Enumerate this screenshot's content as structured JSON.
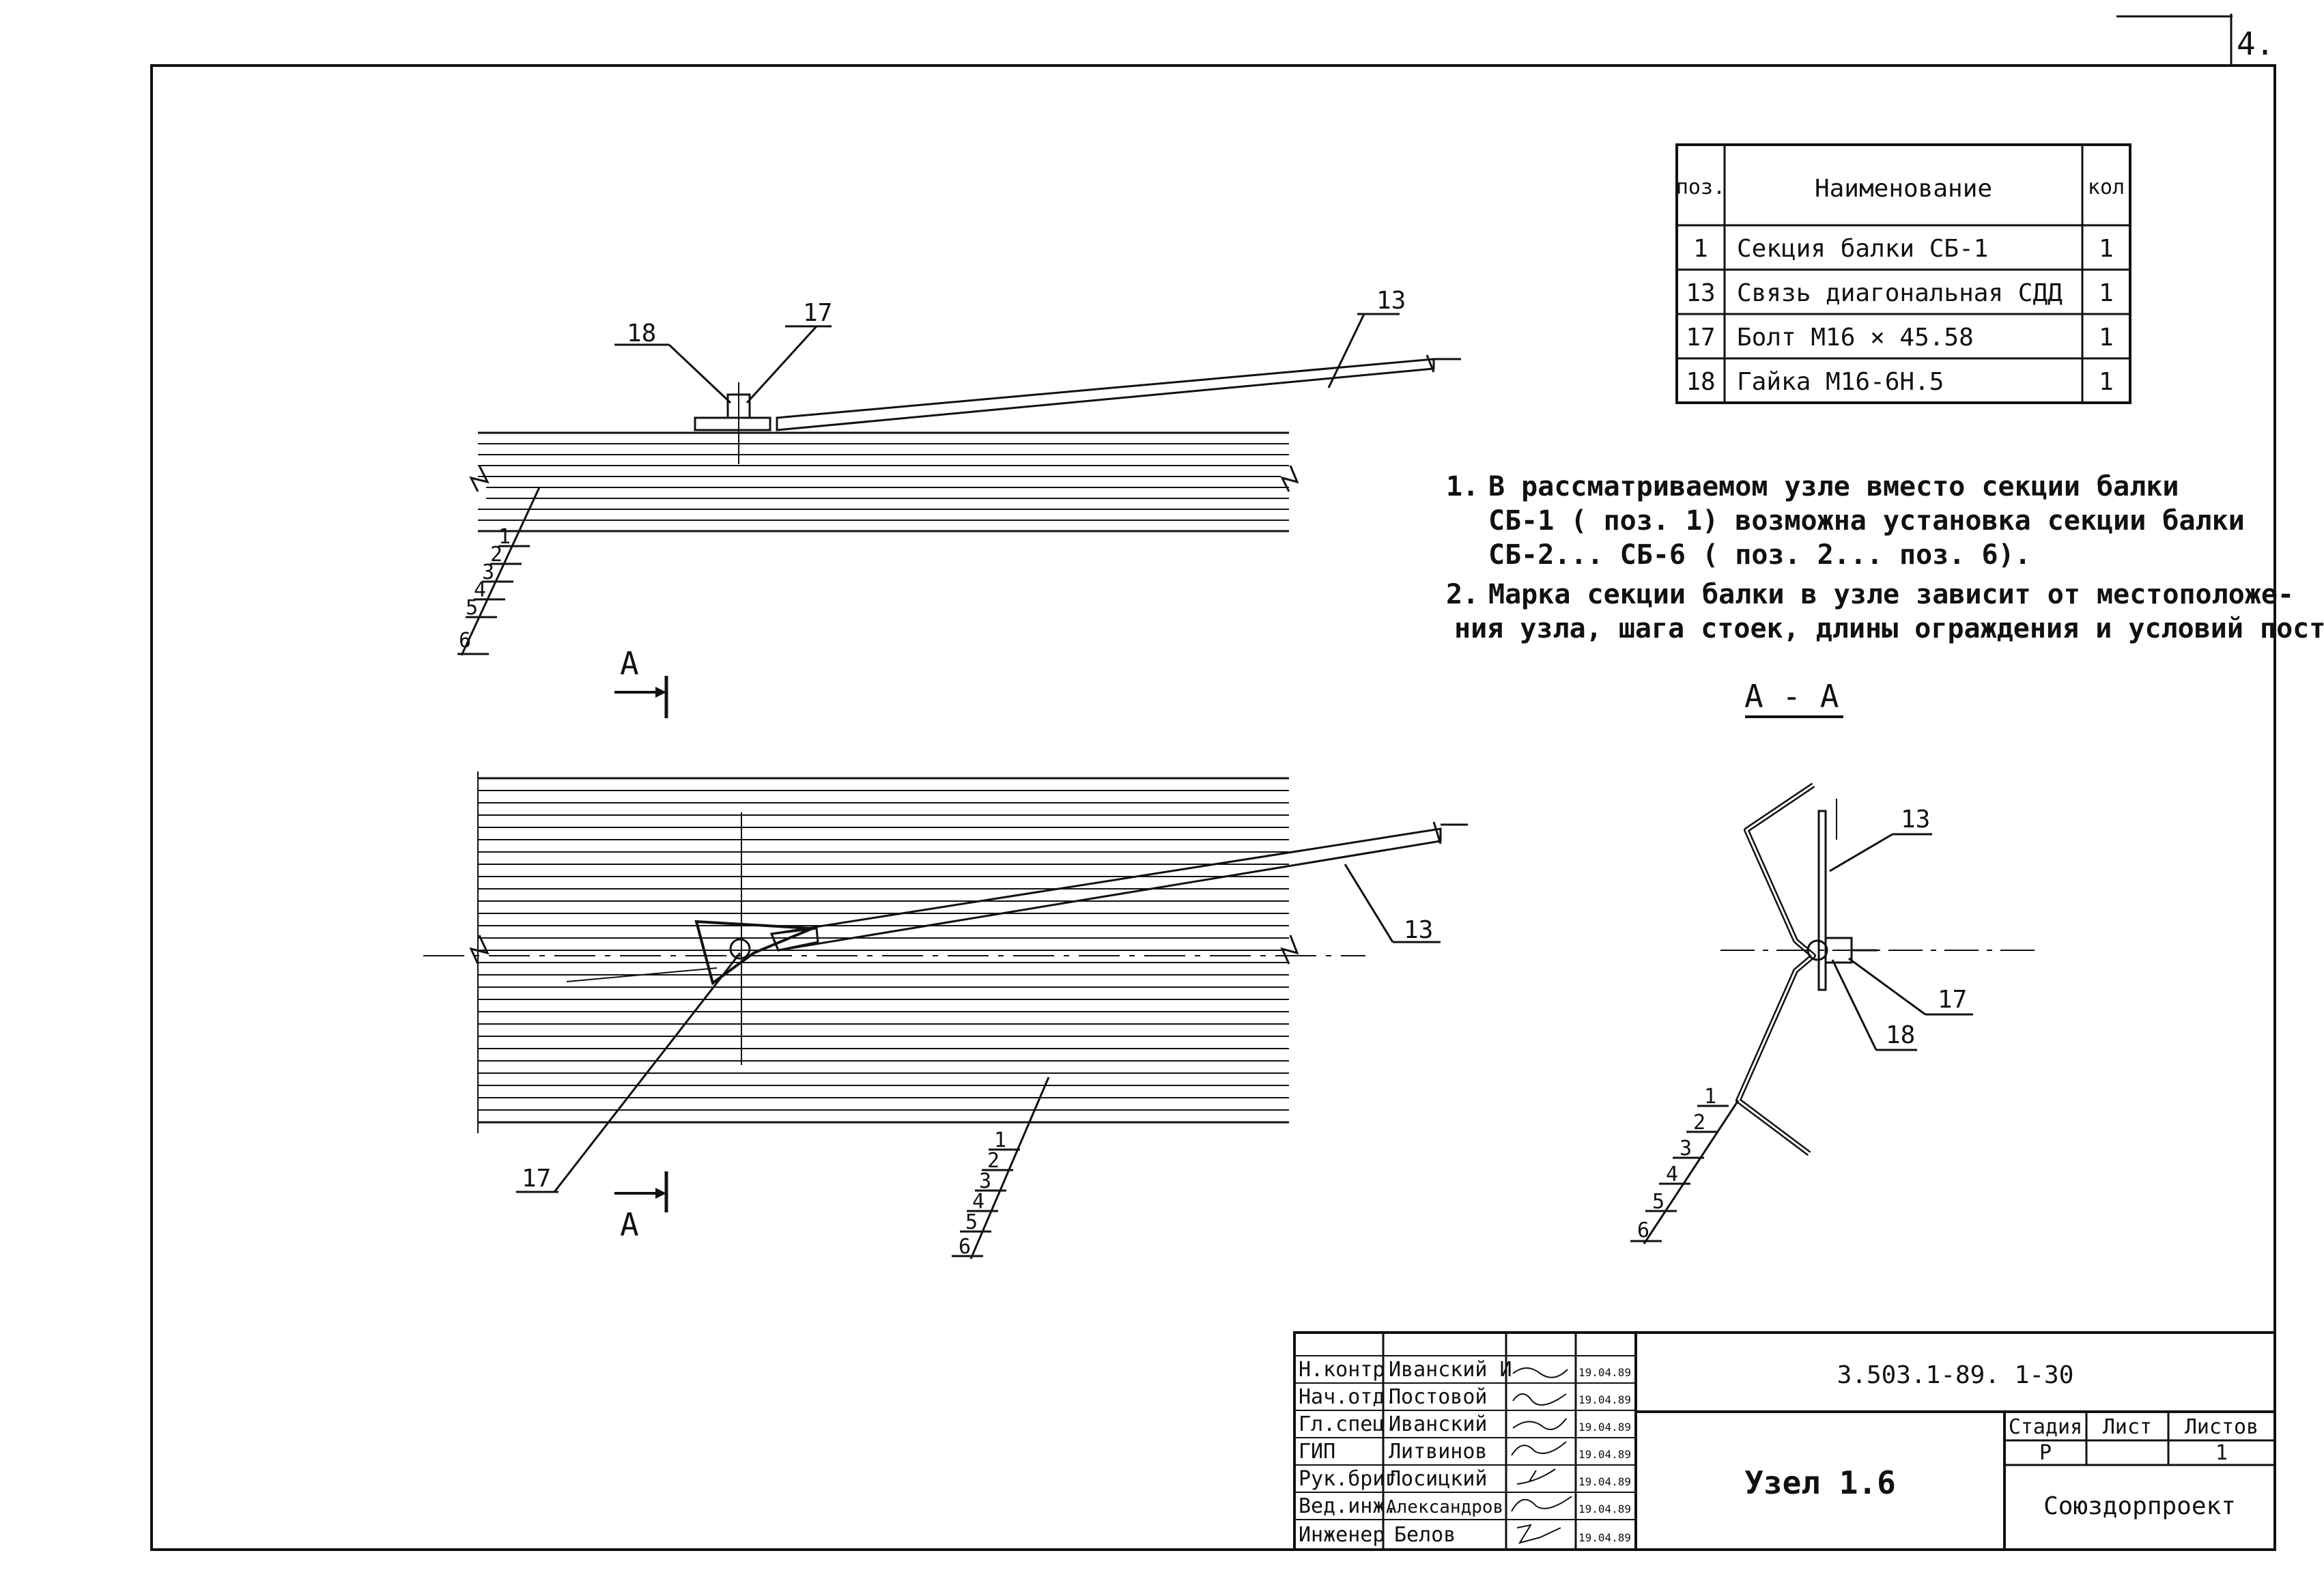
{
  "page_number": "4.",
  "spec_table": {
    "headers": {
      "pos": "поз.",
      "name": "Наименование",
      "qty": "кол"
    },
    "rows": [
      {
        "pos": "1",
        "name": "Секция балки СБ-1",
        "qty": "1"
      },
      {
        "pos": "13",
        "name": "Связь диагональная СДД",
        "qty": "1"
      },
      {
        "pos": "17",
        "name": "Болт М16 × 45.58",
        "qty": "1"
      },
      {
        "pos": "18",
        "name": "Гайка М16-6Н.5",
        "qty": "1"
      }
    ]
  },
  "notes": {
    "n1": {
      "num": "1.",
      "lines": [
        "В рассматриваемом узле вместо секции балки",
        "СБ-1 ( поз. 1) возможна установка секции балки",
        "СБ-2... СБ-6 ( поз. 2... поз. 6)."
      ]
    },
    "n2": {
      "num": "2.",
      "lines": [
        "Марка секции балки в узле зависит от местоположе-",
        "ния узла, шага стоек, длины ограждения и условий поставки."
      ]
    }
  },
  "callouts": {
    "top_view": {
      "c18": "18",
      "c17": "17",
      "c13": "13",
      "series": [
        "1",
        "2",
        "3",
        "4",
        "5",
        "6"
      ]
    },
    "plan_view": {
      "c13": "13",
      "c17": "17",
      "series": [
        "1",
        "2",
        "3",
        "4",
        "5",
        "6"
      ]
    },
    "section_view": {
      "c13": "13",
      "c17": "17",
      "c18": "18",
      "series": [
        "1",
        "2",
        "3",
        "4",
        "5",
        "6"
      ]
    }
  },
  "section_marks": {
    "cut_top": "А",
    "cut_bottom": "А",
    "section_title": "А - А"
  },
  "title_block": {
    "staff": [
      {
        "role": "Н.контр",
        "name": "Иванский И",
        "date": "19.04.89"
      },
      {
        "role": "Нач.отд.",
        "name": "Постовой",
        "date": "19.04.89"
      },
      {
        "role": "Гл.спец.",
        "name": "Иванский",
        "date": "19.04.89"
      },
      {
        "role": "ГИП",
        "name": "Литвинов",
        "date": "19.04.89"
      },
      {
        "role": "Рук.бриг",
        "name": "Лосицкий",
        "date": "19.04.89"
      },
      {
        "role": "Вед.инж.",
        "name": "Александров",
        "date": "19.04.89"
      },
      {
        "role": "Инженер",
        "name": "Белов",
        "date": "19.04.89"
      }
    ],
    "doc_code": "3.503.1-89. 1-30",
    "title": "Узел 1.6",
    "stage_header": "Стадия",
    "sheet_header": "Лист",
    "sheets_header": "Листов",
    "stage": "Р",
    "sheet": "",
    "sheets": "1",
    "org": "Союздорпроект"
  }
}
